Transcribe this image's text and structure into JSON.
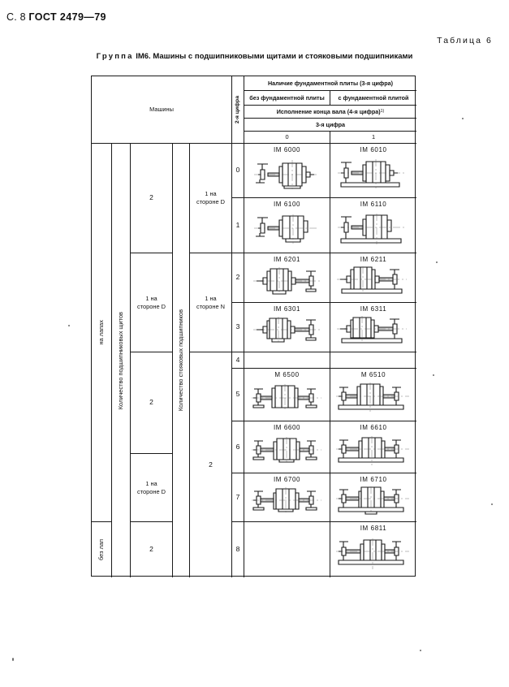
{
  "page": {
    "page_label": "С. 8",
    "standard": "ГОСТ 2479—79",
    "table_caption": "Таблица 6",
    "group_title_prefix": "Группа",
    "group_title_code": "IM6.",
    "group_title_rest": "Машины с подшипниковыми щитами и стояковыми подшипниками"
  },
  "header": {
    "machines": "Машины",
    "second_digit": "2-я цифра",
    "foundation_plate": "Наличие фундаментной плиты (3-я цифра)",
    "without_plate": "без фундаментной плиты",
    "with_plate": "с фундаментной плитой",
    "shaft_end": "Исполнение конца вала (4-я цифра)",
    "shaft_end_note": "1)",
    "third_digit": "3-я цифра",
    "col_0": "0",
    "col_1": "1"
  },
  "left_columns": {
    "mounting_feet": "на лапах",
    "mounting_no_feet": "без лап",
    "shields_count_label": "Количество подшипниковых щитов",
    "pedestals_count_label": "Количество стояковых подшипников",
    "shields": [
      {
        "label": "2",
        "rows": "0-1"
      },
      {
        "label": "1 на\nстороне D",
        "rows": "2-3"
      },
      {
        "label": "2",
        "rows": "4-5"
      },
      {
        "label": "1 на\nстороне D",
        "rows": "6-7"
      },
      {
        "label": "2",
        "rows": "8"
      }
    ],
    "pedestals": [
      {
        "label": "1 на\nстороне D",
        "rows": "0-1"
      },
      {
        "label": "1 на\nстороне N",
        "rows": "2-3"
      },
      {
        "label": "2",
        "rows": "4-8"
      }
    ]
  },
  "rows": [
    {
      "digit": "0",
      "left": "IM 6000",
      "right": "IM 6010",
      "left_fig": "shield-feet-1ped",
      "right_fig": "shield-plate-1ped"
    },
    {
      "digit": "1",
      "left": "IM 6100",
      "right": "IM 6110",
      "left_fig": "shield-feet-1ped",
      "right_fig": "shield-plate-1ped"
    },
    {
      "digit": "2",
      "left": "IM 6201",
      "right": "IM 6211",
      "left_fig": "shield-right-ped",
      "right_fig": "shield-plate-right-ped"
    },
    {
      "digit": "3",
      "left": "IM 6301",
      "right": "IM 6311",
      "left_fig": "shield-right-ped",
      "right_fig": "shield-plate-right-ped"
    },
    {
      "digit": "4",
      "left": "",
      "right": "",
      "left_fig": "",
      "right_fig": ""
    },
    {
      "digit": "5",
      "left": "M 6500",
      "right": "M 6510",
      "left_fig": "two-ped",
      "right_fig": "two-ped-plate"
    },
    {
      "digit": "6",
      "left": "IM 6600",
      "right": "IM 6610",
      "left_fig": "two-ped",
      "right_fig": "two-ped-plate"
    },
    {
      "digit": "7",
      "left": "IM 6700",
      "right": "IM 6710",
      "left_fig": "two-ped",
      "right_fig": "two-ped-plate"
    },
    {
      "digit": "8",
      "left": "",
      "right": "IM 6811",
      "left_fig": "",
      "right_fig": "two-ped-plate-noshield"
    }
  ]
}
